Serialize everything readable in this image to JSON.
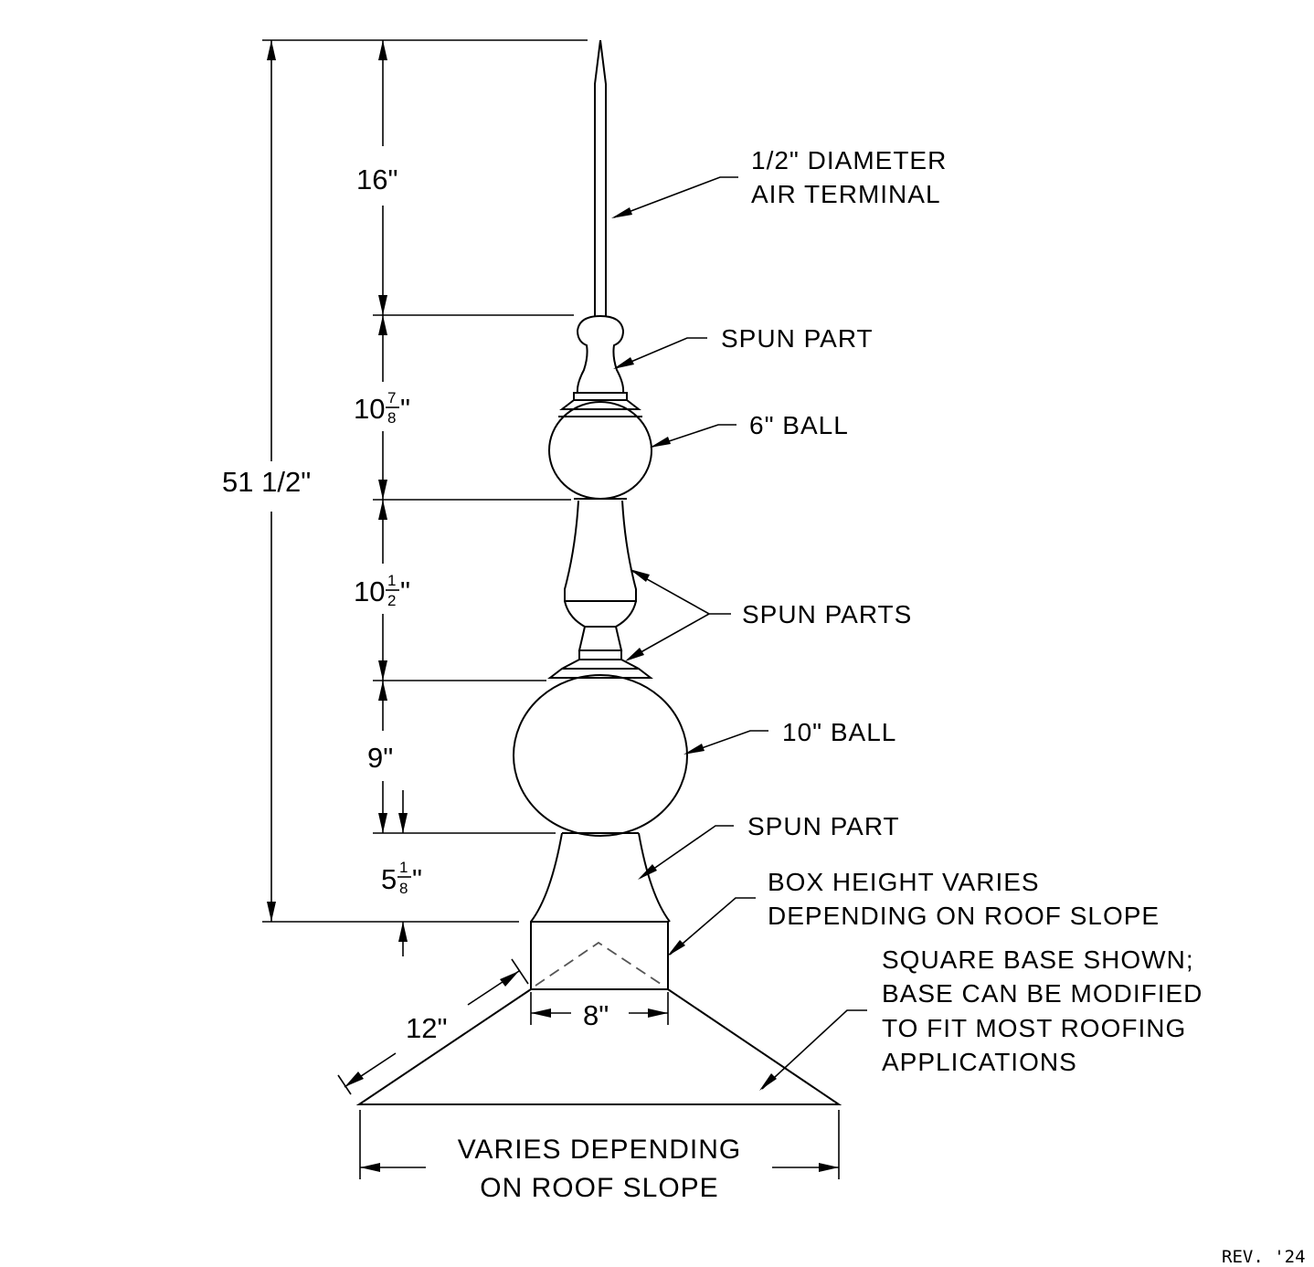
{
  "dimensions": {
    "total": "51 1/2\"",
    "air_terminal": "16\"",
    "upper_section": {
      "whole": "10",
      "num": "7",
      "den": "8",
      "mark": "\""
    },
    "middle_section": {
      "whole": "10",
      "num": "1",
      "den": "2",
      "mark": "\""
    },
    "ball_section": "9\"",
    "base_section": {
      "whole": "5",
      "num": "1",
      "den": "8",
      "mark": "\""
    },
    "box_width": "8\"",
    "slope_length": "12\""
  },
  "labels": {
    "air_terminal": [
      "1/2\" DIAMETER",
      "AIR TERMINAL"
    ],
    "spun_part_top": "SPUN PART",
    "small_ball": "6\" BALL",
    "spun_parts": "SPUN PARTS",
    "large_ball": "10\" BALL",
    "spun_part_bottom": "SPUN PART",
    "box_height": [
      "BOX HEIGHT VARIES",
      "DEPENDING ON ROOF SLOPE"
    ],
    "square_base": [
      "SQUARE BASE SHOWN;",
      "BASE CAN BE MODIFIED",
      "TO FIT MOST ROOFING",
      "APPLICATIONS"
    ],
    "base_width": [
      "VARIES DEPENDING",
      "ON ROOF SLOPE"
    ]
  },
  "revision": "REV. '24"
}
